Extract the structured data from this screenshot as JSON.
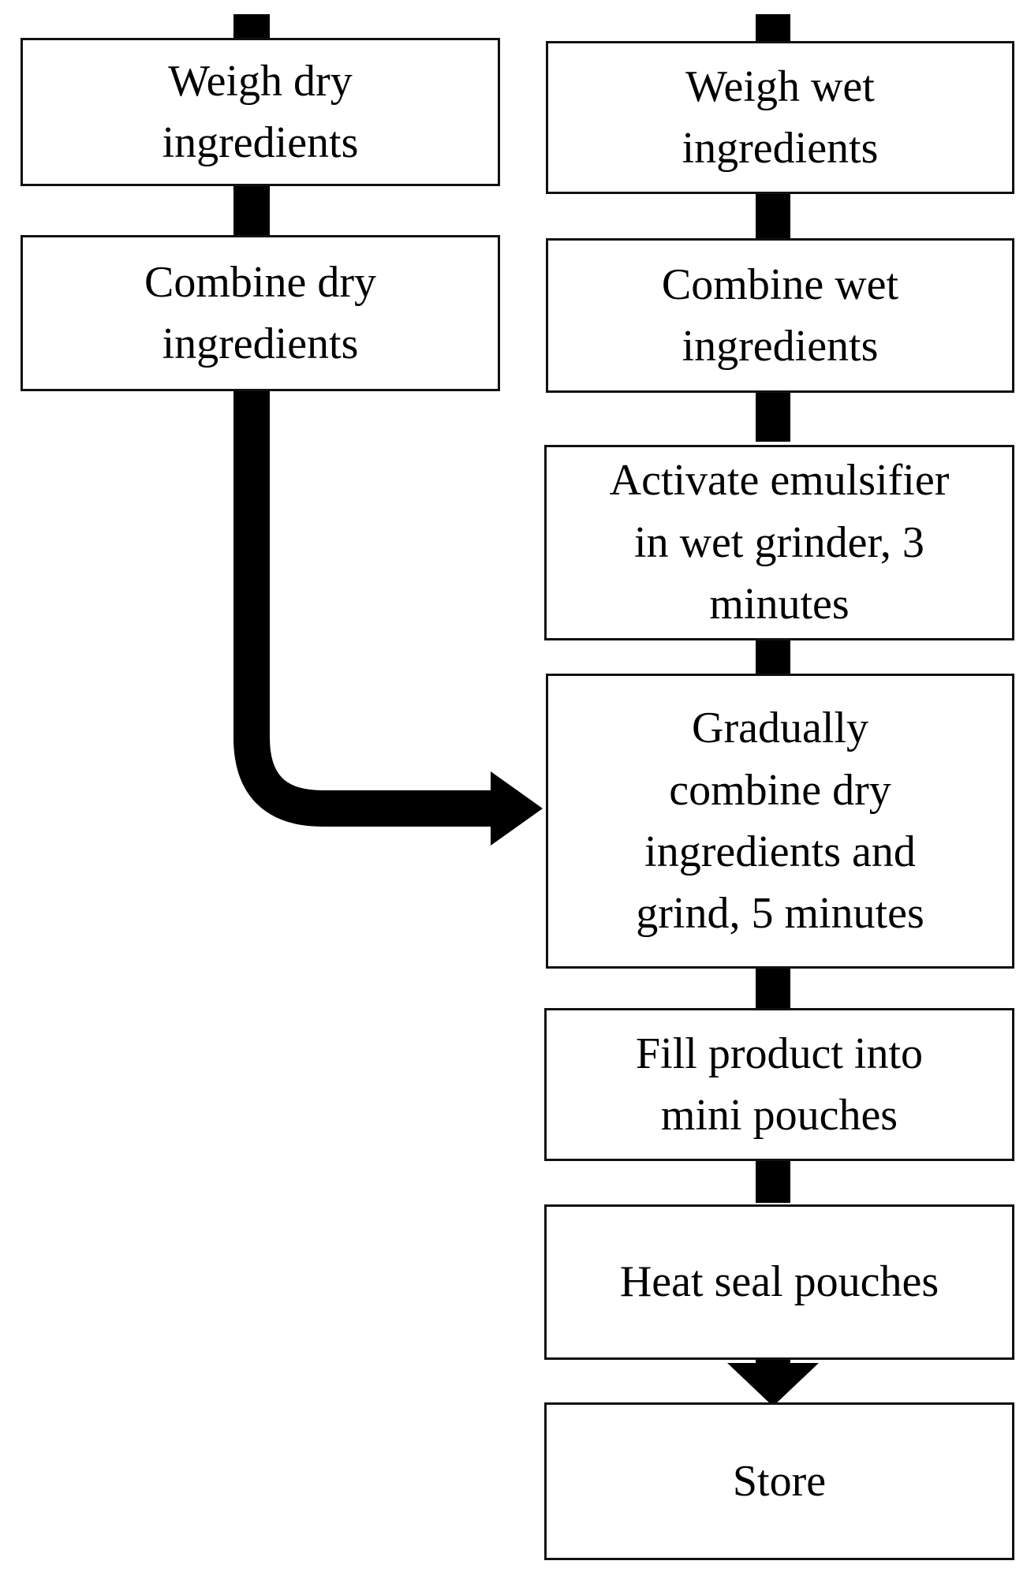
{
  "flowchart": {
    "dry_branch": [
      {
        "id": "weigh-dry",
        "label": "Weigh dry\ningredients"
      },
      {
        "id": "combine-dry",
        "label": "Combine dry\ningredients"
      }
    ],
    "wet_branch": [
      {
        "id": "weigh-wet",
        "label": "Weigh wet\ningredients"
      },
      {
        "id": "combine-wet",
        "label": "Combine wet\ningredients"
      },
      {
        "id": "activate-emulsifier",
        "label": "Activate emulsifier\nin wet grinder, 3\nminutes"
      },
      {
        "id": "gradually-combine",
        "label": "Gradually\ncombine dry\ningredients and\ngrind, 5 minutes"
      },
      {
        "id": "fill-product",
        "label": "Fill product into\nmini pouches"
      },
      {
        "id": "heat-seal",
        "label": "Heat seal pouches"
      },
      {
        "id": "store",
        "label": "Store"
      }
    ]
  },
  "colors": {
    "box_border": "#111111",
    "connector": "#000000",
    "background": "#ffffff"
  }
}
